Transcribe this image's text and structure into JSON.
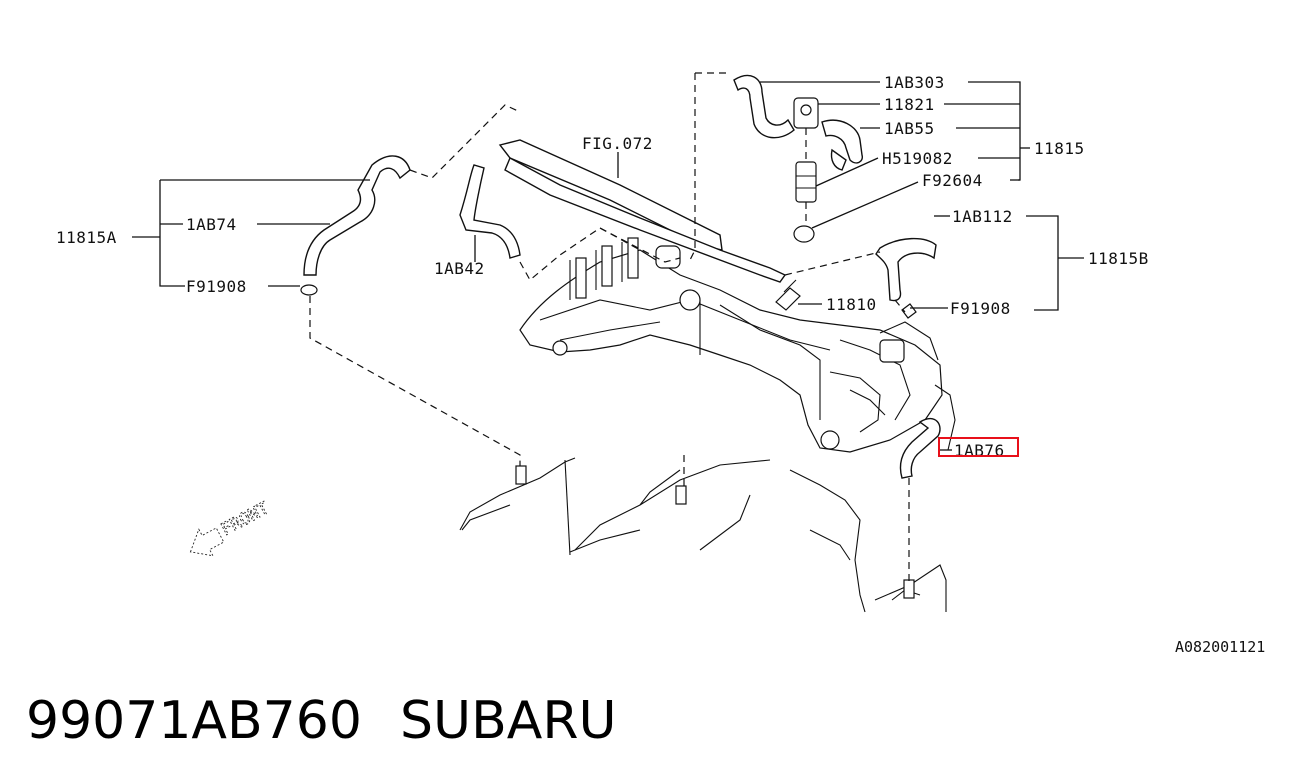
{
  "labels": {
    "p_1ab303": "1AB303",
    "p_11821": "11821",
    "p_1ab55": "1AB55",
    "p_h519082": "H519082",
    "p_f92604": "F92604",
    "p_11815": "11815",
    "p_fig072": "FIG.072",
    "p_11815a": "11815A",
    "p_1ab74": "1AB74",
    "p_f91908_left": "F91908",
    "p_1ab42": "1AB42",
    "p_1ab112": "1AB112",
    "p_11815b": "11815B",
    "p_11810": "11810",
    "p_f91908_right": "F91908",
    "p_1ab76": "1AB76"
  },
  "front_marker": "FRONT",
  "reference_code": "A082001121",
  "caption": {
    "part_number": "99071AB760",
    "brand": "SUBARU"
  },
  "highlight": {
    "target": "1AB76",
    "color": "#e8101a"
  }
}
